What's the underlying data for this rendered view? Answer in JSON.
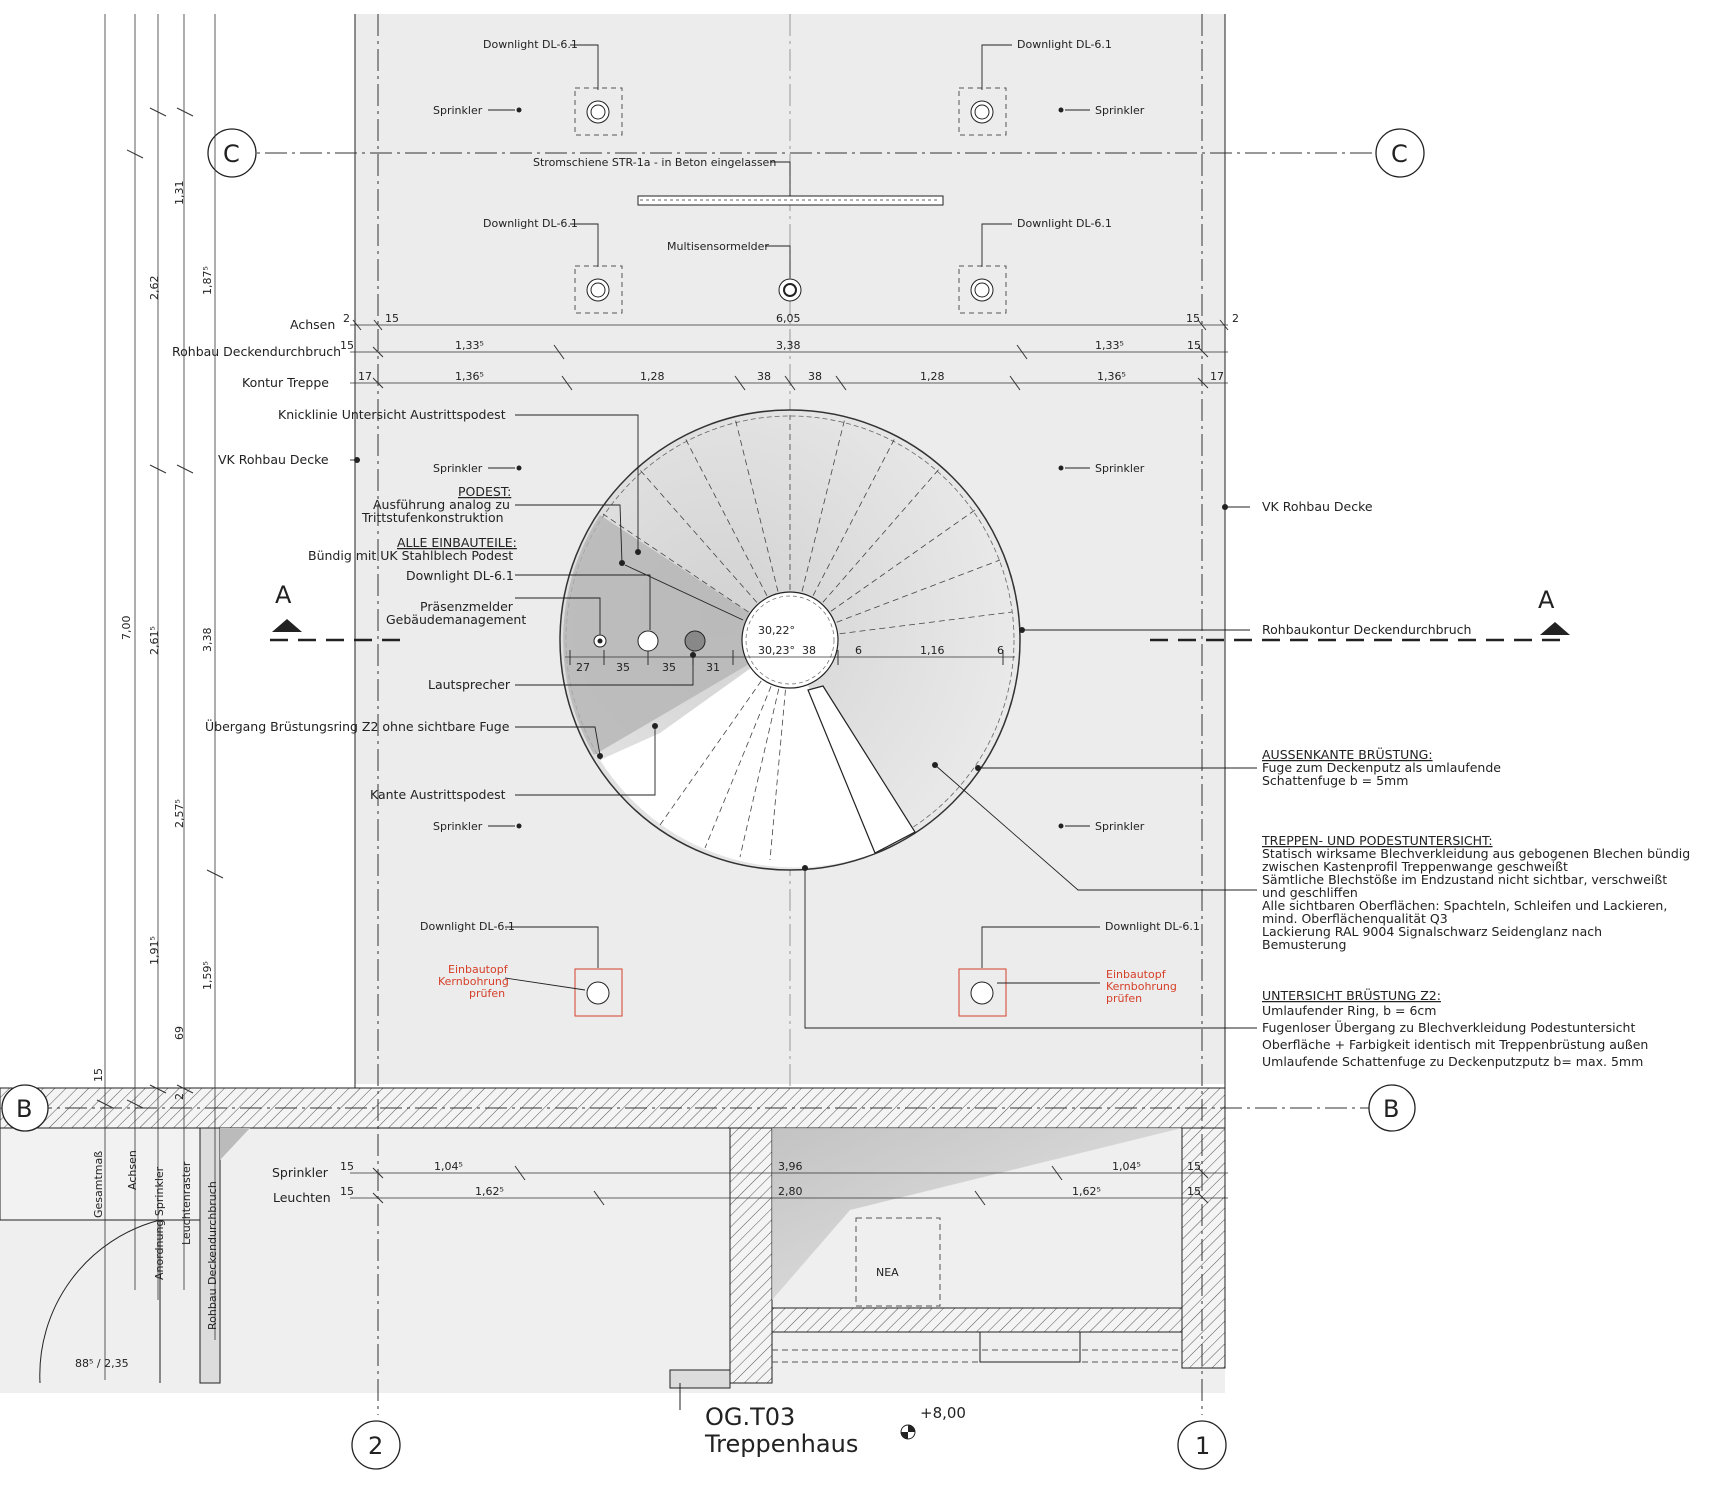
{
  "axes": {
    "a": "A",
    "b": "B",
    "c": "C",
    "n1": "1",
    "n2": "2"
  },
  "fixtures": {
    "downlight": "Downlight DL-6.1",
    "sprinkler": "Sprinkler",
    "rail": "Stromschiene STR-1a - in Beton eingelassen",
    "sensor": "Multisensormelder",
    "einbau_l1": "Einbautopf",
    "einbau_l2": "Kernbohrung",
    "einbau_l3": "prüfen"
  },
  "dim_rows": {
    "achsen": "Achsen",
    "rohbau": "Rohbau Deckendurchbruch",
    "kontur": "Kontur Treppe",
    "sprinkler": "Sprinkler",
    "leuchten": "Leuchten"
  },
  "dims": {
    "achsen": [
      "2",
      "15",
      "6,05",
      "15",
      "2"
    ],
    "rohbau": [
      "15",
      "1,33⁵",
      "3,38",
      "1,33⁵",
      "15"
    ],
    "kontur": [
      "17",
      "1,36⁵",
      "1,28",
      "38",
      "38",
      "1,28",
      "1,36⁵",
      "17"
    ],
    "sprinkler": [
      "15",
      "1,04⁵",
      "3,96",
      "1,04⁵",
      "15"
    ],
    "leuchten": [
      "15",
      "1,62⁵",
      "2,80",
      "1,62⁵",
      "15"
    ],
    "stair": [
      "27",
      "35",
      "35",
      "31",
      "38",
      "6",
      "1,16",
      "6"
    ],
    "angle1": "30,22°",
    "angle2": "30,23°"
  },
  "vertical_dims": {
    "col1": [
      "15",
      "7,00"
    ],
    "col2": [
      "2,62",
      "2,61⁵",
      "1,91⁵"
    ],
    "col3": [
      "1,31",
      "1,87⁵",
      "3,38",
      "2,57⁵",
      "1,59⁵",
      "69",
      "2"
    ],
    "bottom_labels": [
      "Gesamtmaß",
      "Achsen",
      "Anordnung Sprinkler",
      "Leuchtenraster",
      "Rohbau Deckendurchbruch"
    ]
  },
  "left_notes": {
    "knick": "Knicklinie Untersicht Austrittspodest",
    "vk": "VK Rohbau Decke",
    "podest_h": "PODEST:",
    "podest_1": "Ausführung analog zu",
    "podest_2": "Trittstufenkonstruktion",
    "einbau_h": "ALLE EINBAUTEILE:",
    "einbau_1": "Bündig mit UK Stahlblech Podest",
    "praes_1": "Präsenzmelder",
    "praes_2": "Gebäudemanagement",
    "laut": "Lautsprecher",
    "uebergang": "Übergang Brüstungsring Z2 ohne sichtbare Fuge",
    "kante": "Kante Austrittspodest"
  },
  "right_notes": {
    "vk": "VK Rohbau Decke",
    "rohbaukontur": "Rohbaukontur Deckendurchbruch",
    "aussen_h": "AUSSENKANTE BRÜSTUNG:",
    "aussen": [
      "Fuge zum Deckenputz als umlaufende",
      "Schattenfuge b = 5mm"
    ],
    "treppen_h": "TREPPEN- UND PODESTUNTERSICHT:",
    "treppen": [
      "Statisch wirksame Blechverkleidung aus gebogenen Blechen bündig",
      "zwischen Kastenprofil Treppenwange geschweißt",
      "Sämtliche Blechstöße im Endzustand nicht sichtbar, verschweißt",
      "und geschliffen",
      "Alle sichtbaren Oberflächen: Spachteln, Schleifen und Lackieren,",
      "mind. Oberflächenqualität Q3",
      "Lackierung RAL 9004 Signalschwarz Seidenglanz nach",
      "Bemusterung"
    ],
    "unter_h": "UNTERSICHT BRÜSTUNG Z2:",
    "unter": [
      "Umlaufender Ring, b = 6cm",
      "Fugenloser Übergang zu Blechverkleidung Podestuntersicht",
      "Oberfläche + Farbigkeit identisch mit Treppenbrüstung außen",
      "Umlaufende Schattenfuge zu Deckenputzputz b= max. 5mm"
    ]
  },
  "room": {
    "code": "OG.T03",
    "name": "Treppenhaus",
    "level": "+8,00",
    "nea": "NEA",
    "door": "88⁵ / 2,35"
  },
  "colors": {
    "background": "#ffffff",
    "slab": "#ececec",
    "stair": "#c8c8c8",
    "accent": "#d6402a",
    "line": "#222222"
  }
}
